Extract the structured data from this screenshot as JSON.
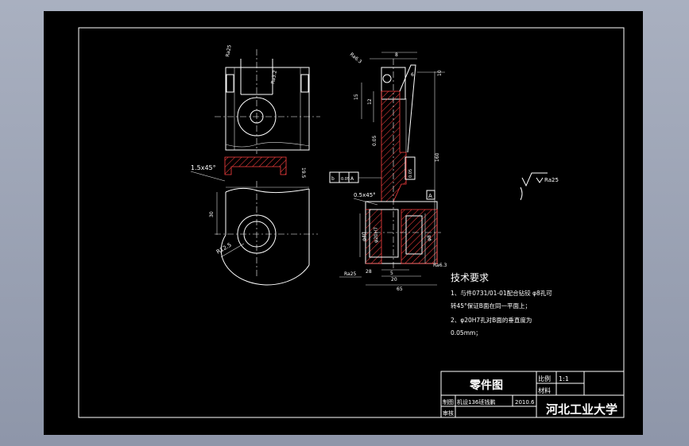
{
  "tech": {
    "title": "技术要求",
    "line1": "1、与件0731/01-01配合钻铰 φ8孔可",
    "line2": "转45°保证B面在同一平面上；",
    "line3": "2、φ20H7孔对B面的垂直度为",
    "line4": "0.05mm；"
  },
  "annotations": {
    "roughness_general": "Ra25",
    "roughness_small": "Ra3.2",
    "roughness_b": "Ra6.3",
    "chamfer1": "1.5x45°",
    "chamfer2": "0.5x45°",
    "radius": "R12.5",
    "perp": "0.05",
    "flat": "0.05",
    "datum": "A",
    "datum_b": "B",
    "d_hole": "φ20H7",
    "d_outer": "φ40",
    "d_pin": "φ8",
    "dim_19_5": "19.5",
    "dim_160": "160",
    "dim_30": "30",
    "dim_5": "5",
    "dim_12": "12",
    "dim_15": "15",
    "dim_20": "20",
    "dim_65": "65",
    "dim_28": "28",
    "dim_6": "6",
    "dim_10": "10",
    "dim_8": "8",
    "dim_ra25_left": "Ra25"
  },
  "title_block": {
    "drawing_name": "零件图",
    "scale_label": "比例",
    "scale_value": "1:1",
    "material_label": "材料",
    "designer_label": "制图",
    "designer_value": "机设136班钱鹏",
    "date_value": "2010.6",
    "checker_label": "审核",
    "school": "河北工业大学"
  }
}
